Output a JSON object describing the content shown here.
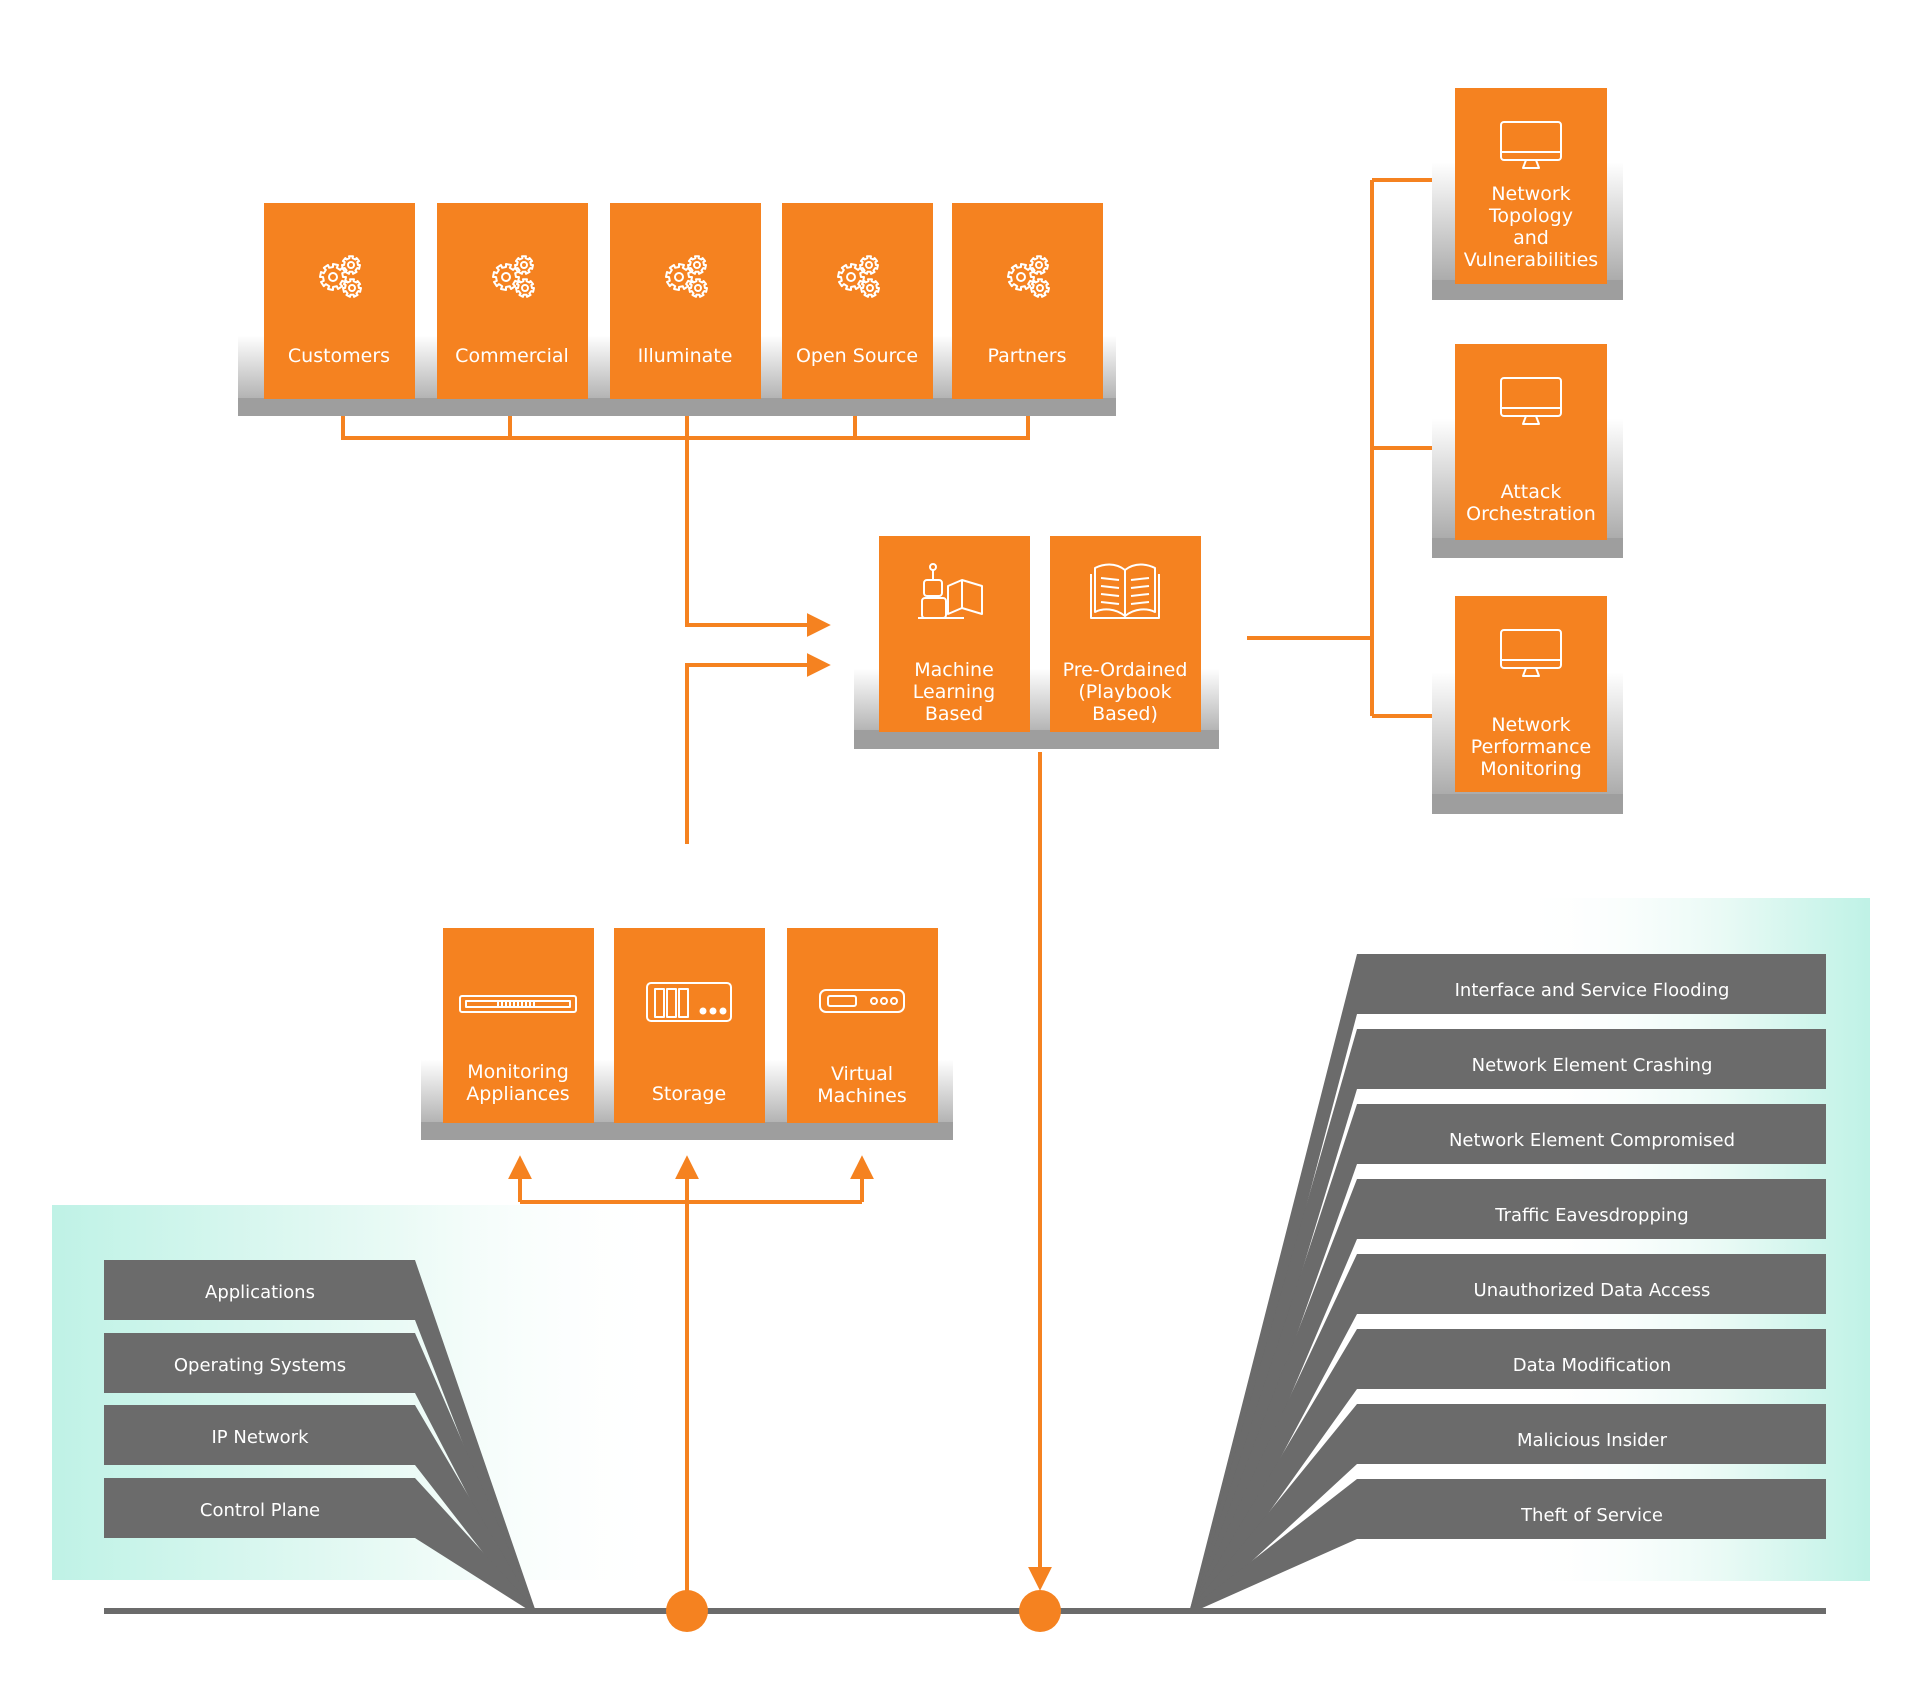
{
  "colors": {
    "orange": "#F58220",
    "panel_gray": "#9E9E9E",
    "band_gray": "#6B6B6B",
    "mint": "#CFF5EC",
    "text_light": "#FFFFFF"
  },
  "intelligence_sources": [
    {
      "label": "Customers",
      "icon": "gears-icon"
    },
    {
      "label": "Commercial",
      "icon": "gears-icon"
    },
    {
      "label": "Illuminate",
      "icon": "gears-icon"
    },
    {
      "label": "Open Source",
      "icon": "gears-icon"
    },
    {
      "label": "Partners",
      "icon": "gears-icon"
    }
  ],
  "engines": [
    {
      "lines": [
        "Machine",
        "Learning",
        "Based"
      ],
      "icon": "robot-reading-icon"
    },
    {
      "lines": [
        "Pre-Ordained",
        "(Playbook",
        "Based)"
      ],
      "icon": "open-book-icon"
    }
  ],
  "outputs": [
    {
      "lines": [
        "Network",
        "Topology",
        "and",
        "Vulnerabilities"
      ],
      "icon": "monitor-icon"
    },
    {
      "lines": [
        "Attack",
        "Orchestration"
      ],
      "icon": "monitor-icon"
    },
    {
      "lines": [
        "Network",
        "Performance",
        "Monitoring"
      ],
      "icon": "monitor-icon"
    }
  ],
  "infrastructure": [
    {
      "lines": [
        "Monitoring",
        "Appliances"
      ],
      "icon": "rack-appliance-icon"
    },
    {
      "lines": [
        "Storage"
      ],
      "icon": "storage-device-icon"
    },
    {
      "lines": [
        "Virtual",
        "Machines"
      ],
      "icon": "server-device-icon"
    }
  ],
  "layers": [
    "Applications",
    "Operating Systems",
    "IP Network",
    "Control Plane"
  ],
  "threats": [
    "Interface and Service Flooding",
    "Network Element Crashing",
    "Network Element Compromised",
    "Traffic Eavesdropping",
    "Unauthorized Data Access",
    "Data Modification",
    "Malicious Insider",
    "Theft of Service"
  ]
}
